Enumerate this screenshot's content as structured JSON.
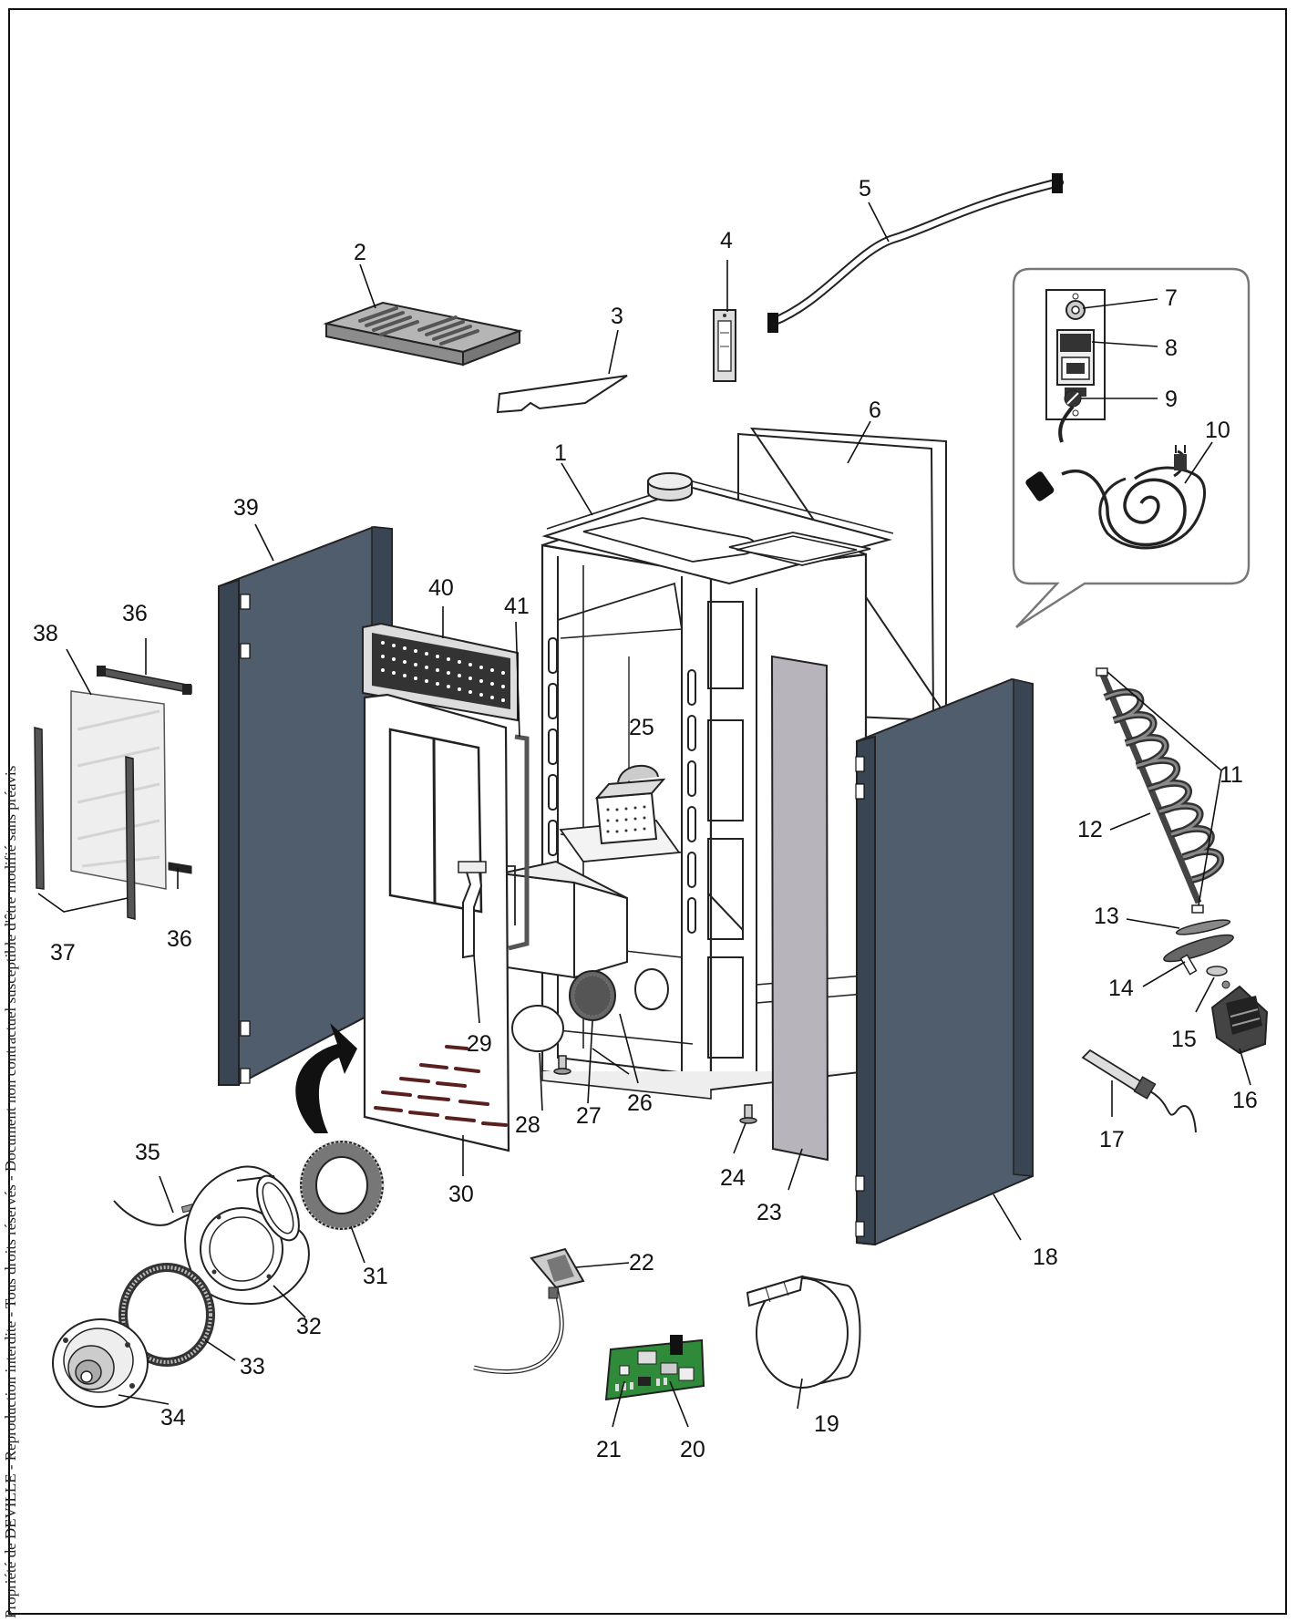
{
  "side_note": "Propriété de DEVILLE - Reproduction interdite - Tous droits réservés - Document non contractuel susceptible d'être modifié sans préavis",
  "colors": {
    "panel": "#505d6d",
    "panel_dark": "#3a4554",
    "line": "#222222",
    "seal": "#555555",
    "glass": "#eeeeee"
  },
  "callouts": {
    "c1": "1",
    "c2": "2",
    "c3": "3",
    "c4": "4",
    "c5": "5",
    "c6": "6",
    "c7": "7",
    "c8": "8",
    "c9": "9",
    "c10": "10",
    "c11": "11",
    "c12": "12",
    "c13": "13",
    "c14": "14",
    "c15": "15",
    "c16": "16",
    "c17": "17",
    "c18": "18",
    "c19": "19",
    "c20": "20",
    "c21": "21",
    "c22": "22",
    "c23": "23",
    "c24": "24",
    "c25": "25",
    "c26": "26",
    "c27": "27",
    "c28": "28",
    "c29": "29",
    "c30": "30",
    "c31": "31",
    "c32": "32",
    "c33": "33",
    "c34": "34",
    "c35": "35",
    "c36a": "36",
    "c36b": "36",
    "c37": "37",
    "c38": "38",
    "c39": "39",
    "c40": "40",
    "c41": "41"
  }
}
